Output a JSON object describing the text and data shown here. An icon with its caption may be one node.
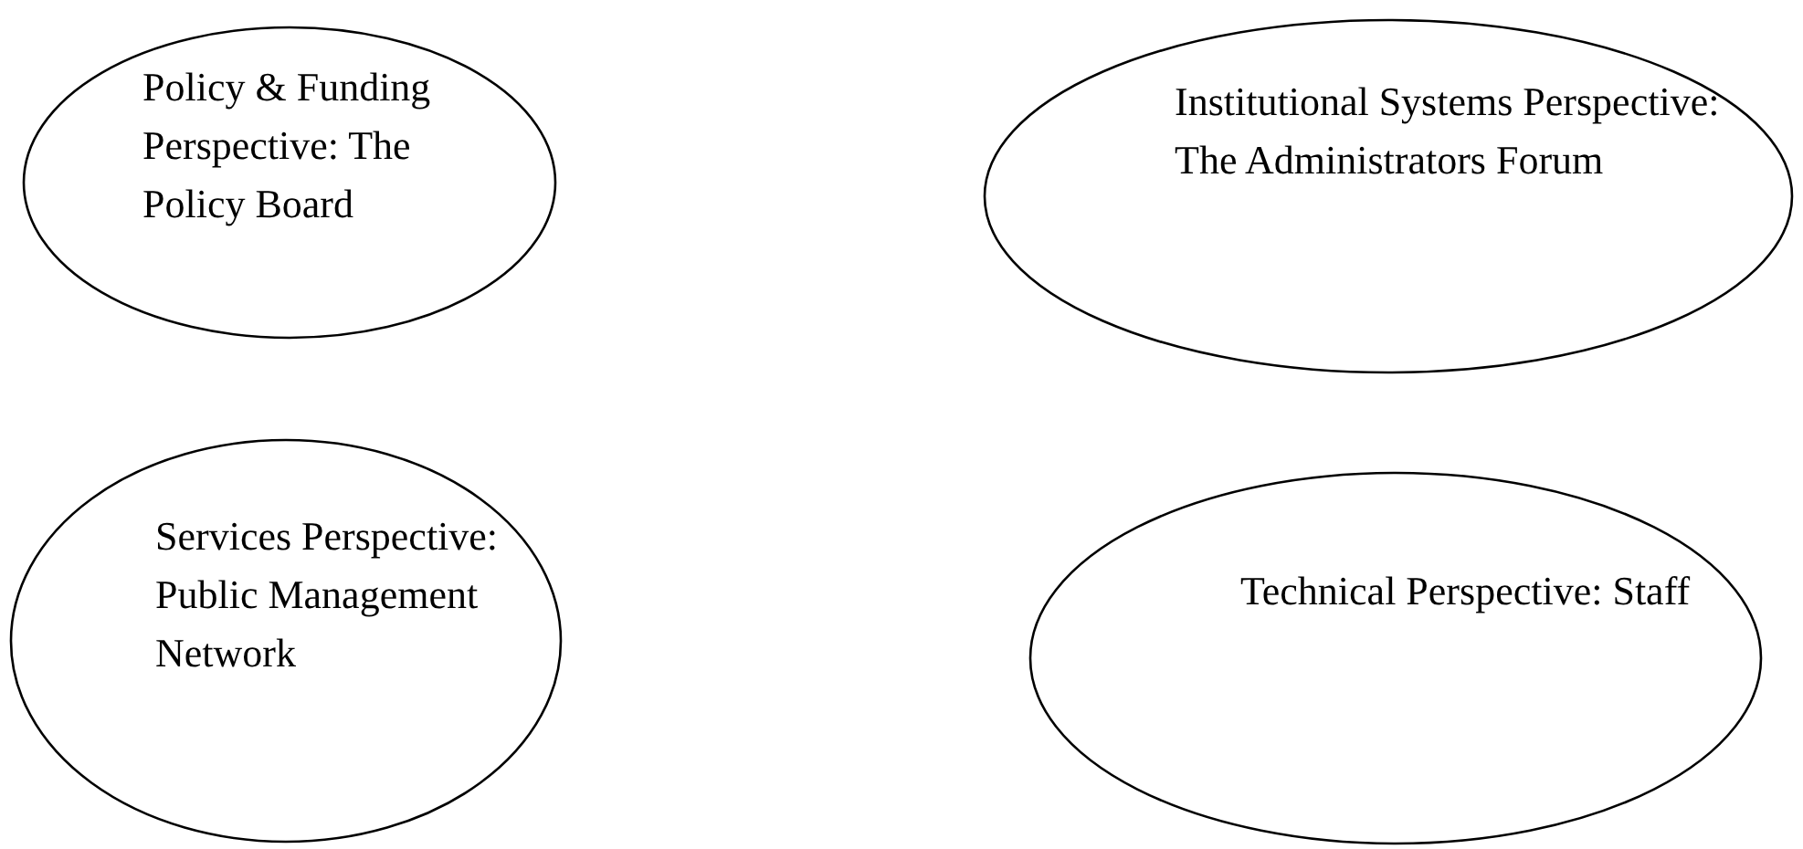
{
  "diagram": {
    "nodes": [
      {
        "text": [
          "Policy & Funding Perspective: The Policy Board"
        ]
      },
      {
        "text": [
          "Institutional Systems Perspective: The Administrators Forum"
        ]
      },
      {
        "text": [
          "Services Perspective: Public Management Network"
        ]
      },
      {
        "text": [
          "Technical Perspective: Staff"
        ]
      }
    ]
  }
}
